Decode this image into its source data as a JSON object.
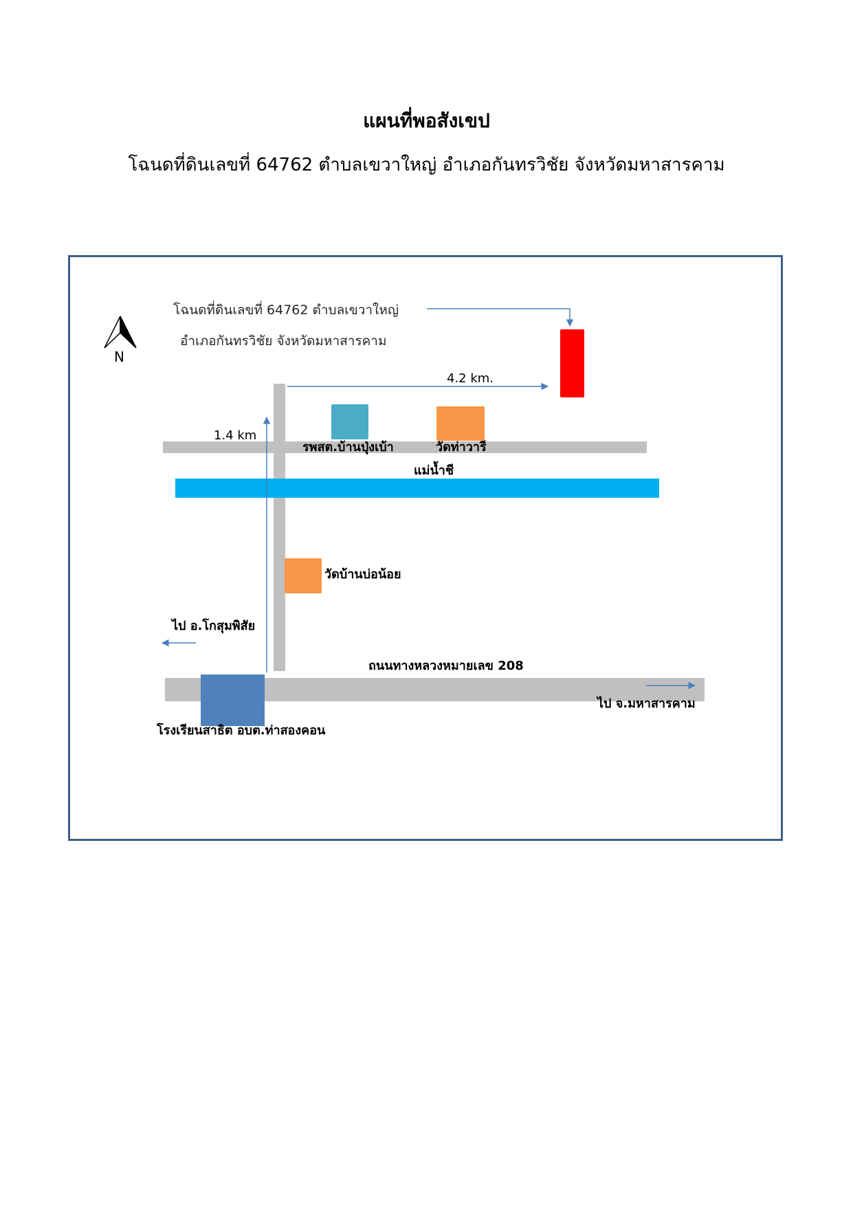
{
  "title": "แผนที่พอสังเขป",
  "subtitle": "โฉนดที่ดินเลขที่ 64762 ตำบลเขวาใหญ่ อำเภอกันทรวิชัย จังหวัดมหาสารคาม",
  "map": {
    "north_label": "N",
    "target_note_line1": "โฉนดที่ดินเลขที่ 64762 ตำบลเขวาใหญ่",
    "target_note_line2": "อำเภอกันทรวิชัย จังหวัดมหาสารคาม",
    "distance_east": "4.2 km.",
    "distance_north": "1.4 km",
    "health_center": "รพสต.บ้านปุ่งเบ้า",
    "temple_tha_wari": "วัดท่าวารี",
    "river": "แม่น้ำชี",
    "temple_bo_noi": "วัดบ้านบ่อน้อย",
    "to_kosum": "ไป อ.โกสุมพิสัย",
    "highway": "ถนนทางหลวงหมายเลข 208",
    "to_mahasarakham": "ไป จ.มหาสารคาม",
    "school": "โรงเรียนสาธิต อบต.ท่าสองคอน",
    "colors": {
      "road": "#c0c0c0",
      "river": "#00b0f0",
      "target": "#ff0000",
      "health_center": "#4bacc6",
      "temple": "#f79646",
      "school": "#4f81bd",
      "arrow": "#4a7ebb",
      "frame": "#3b5f87"
    }
  }
}
